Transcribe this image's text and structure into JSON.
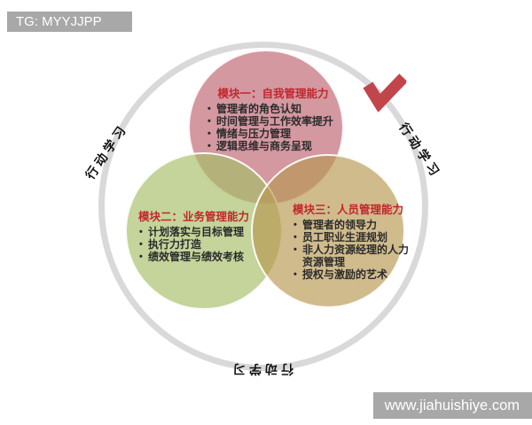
{
  "watermarks": {
    "tg_badge": "TG: MYYJJPP",
    "website_badge": "www.jiahuishiye.com"
  },
  "diagram": {
    "ring_labels": {
      "left": "行动学习",
      "right": "行动学习",
      "bottom": "行动学习"
    },
    "modules": [
      {
        "title": "模块一：自我管理能力",
        "items": [
          "管理者的角色认知",
          "时间管理与工作效率提升",
          "情绪与压力管理",
          "逻辑思维与商务呈现"
        ]
      },
      {
        "title": "模块二：业务管理能力",
        "items": [
          "计划落实与目标管理",
          "执行力打造",
          "绩效管理与绩效考核"
        ]
      },
      {
        "title": "模块三：人员管理能力",
        "items": [
          "管理者的领导力",
          "员工职业生涯规划",
          "非人力资源经理的人力资源管理",
          "授权与激励的艺术"
        ]
      }
    ],
    "bullet_glyph": "•"
  },
  "icons": {
    "direction_arrow": "chevron-arrow-down-right"
  },
  "colors": {
    "module1_circle": "#d498a1",
    "module2_circle": "#c4d49a",
    "module3_circle": "#cfbb8d",
    "overlap_center": "#b1a069",
    "title_red": "#c1272d",
    "ring_gray": "#d9d9d9",
    "badge_gray": "#a8a8a8",
    "arrow_red": "#c2454c",
    "body_text": "#2b2b2b"
  }
}
